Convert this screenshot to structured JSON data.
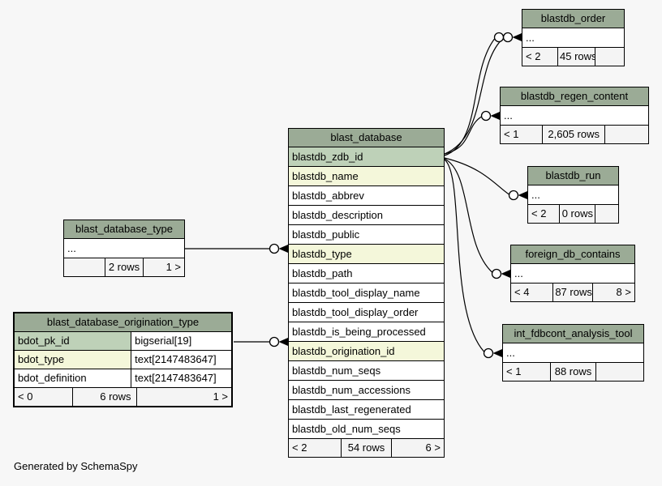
{
  "credit": "Generated by SchemaSpy",
  "colors": {
    "header": "#9bab96",
    "primary_key": "#bed1b8",
    "indexed": "#f4f7da",
    "background": "#f7f7f7"
  },
  "tables": {
    "blast_database": {
      "title": "blast_database",
      "rows": [
        {
          "name": "blastdb_zdb_id",
          "highlight": "primary-key"
        },
        {
          "name": "blastdb_name",
          "highlight": "indexed"
        },
        {
          "name": "blastdb_abbrev",
          "highlight": "none"
        },
        {
          "name": "blastdb_description",
          "highlight": "none"
        },
        {
          "name": "blastdb_public",
          "highlight": "none"
        },
        {
          "name": "blastdb_type",
          "highlight": "indexed"
        },
        {
          "name": "blastdb_path",
          "highlight": "none"
        },
        {
          "name": "blastdb_tool_display_name",
          "highlight": "none"
        },
        {
          "name": "blastdb_tool_display_order",
          "highlight": "none"
        },
        {
          "name": "blastdb_is_being_processed",
          "highlight": "none"
        },
        {
          "name": "blastdb_origination_id",
          "highlight": "indexed"
        },
        {
          "name": "blastdb_num_seqs",
          "highlight": "none"
        },
        {
          "name": "blastdb_num_accessions",
          "highlight": "none"
        },
        {
          "name": "blastdb_last_regenerated",
          "highlight": "none"
        },
        {
          "name": "blastdb_old_num_seqs",
          "highlight": "none"
        }
      ],
      "footer": {
        "left": "< 2",
        "center": "54 rows",
        "right": "6 >"
      }
    },
    "blast_database_type": {
      "title": "blast_database_type",
      "ellipsis": "...",
      "footer": {
        "left": "",
        "center": "2 rows",
        "right": "1 >"
      }
    },
    "blast_database_origination_type": {
      "title": "blast_database_origination_type",
      "columns": [
        {
          "name": "bdot_pk_id",
          "type": "bigserial[19]",
          "highlight": "primary-key"
        },
        {
          "name": "bdot_type",
          "type": "text[2147483647]",
          "highlight": "indexed"
        },
        {
          "name": "bdot_definition",
          "type": "text[2147483647]",
          "highlight": "none"
        }
      ],
      "footer": {
        "left": "< 0",
        "center": "6 rows",
        "right": "1 >"
      }
    },
    "blastdb_order": {
      "title": "blastdb_order",
      "ellipsis": "...",
      "footer": {
        "left": "< 2",
        "center": "45 rows",
        "right": ""
      }
    },
    "blastdb_regen_content": {
      "title": "blastdb_regen_content",
      "ellipsis": "...",
      "footer": {
        "left": "< 1",
        "center": "2,605 rows",
        "right": ""
      }
    },
    "blastdb_run": {
      "title": "blastdb_run",
      "ellipsis": "...",
      "footer": {
        "left": "< 2",
        "center": "0 rows",
        "right": ""
      }
    },
    "foreign_db_contains": {
      "title": "foreign_db_contains",
      "ellipsis": "...",
      "footer": {
        "left": "< 4",
        "center": "87 rows",
        "right": "8 >"
      }
    },
    "int_fdbcont_analysis_tool": {
      "title": "int_fdbcont_analysis_tool",
      "ellipsis": "...",
      "footer": {
        "left": "< 1",
        "center": "88 rows",
        "right": ""
      }
    }
  },
  "relationships": [
    {
      "from": "blast_database_type",
      "to": "blast_database.blastdb_type"
    },
    {
      "from": "blast_database_origination_type.bdot_pk_id",
      "to": "blast_database.blastdb_origination_id"
    },
    {
      "from": "blast_database.blastdb_zdb_id",
      "to": "blastdb_order",
      "edges": 2
    },
    {
      "from": "blast_database.blastdb_zdb_id",
      "to": "blastdb_regen_content",
      "edges": 1
    },
    {
      "from": "blast_database.blastdb_zdb_id",
      "to": "blastdb_run",
      "edges": 1
    },
    {
      "from": "blast_database.blastdb_zdb_id",
      "to": "foreign_db_contains",
      "edges": 1
    },
    {
      "from": "blast_database.blastdb_zdb_id",
      "to": "int_fdbcont_analysis_tool",
      "edges": 1
    }
  ]
}
